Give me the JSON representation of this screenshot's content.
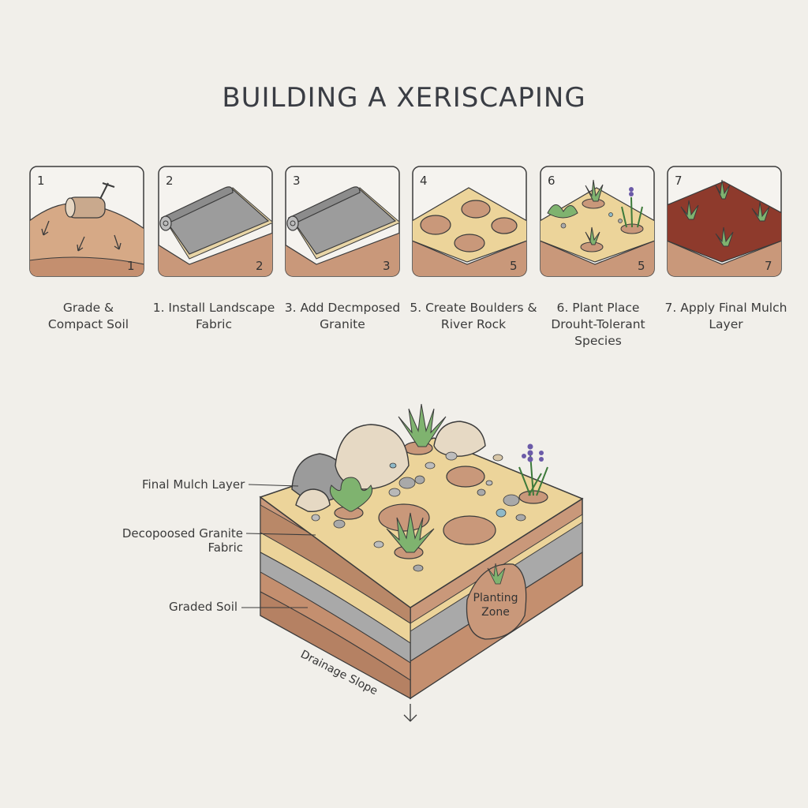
{
  "title": "BUILDING A XERISCAPING",
  "steps": [
    {
      "top_number": "1",
      "corner_number": "1",
      "caption_line1": "Grade &",
      "caption_line2": "Compact Soil",
      "caption_line3": "",
      "icon": "roller-icon"
    },
    {
      "top_number": "2",
      "corner_number": "2",
      "caption_line1": "1. Install Landscape",
      "caption_line2": "Fabric",
      "caption_line3": "",
      "icon": "fabric-roll-icon"
    },
    {
      "top_number": "3",
      "corner_number": "3",
      "caption_line1": "3. Add Decmposed",
      "caption_line2": "Granite",
      "caption_line3": "",
      "icon": "fabric-roll-icon"
    },
    {
      "top_number": "4",
      "corner_number": "5",
      "caption_line1": "5. Create Boulders &",
      "caption_line2": "River Rock",
      "caption_line3": "",
      "icon": "boulder-icon"
    },
    {
      "top_number": "6",
      "corner_number": "5",
      "caption_line1": "6. Plant Place",
      "caption_line2": "Drouht-Tolerant",
      "caption_line3": "Species",
      "icon": "plant-icon"
    },
    {
      "top_number": "7",
      "corner_number": "7",
      "caption_line1": "7. Apply Final Mulch",
      "caption_line2": "Layer",
      "caption_line3": "",
      "icon": "mulch-icon"
    }
  ],
  "diagram": {
    "label_mulch": "Final Mulch Layer",
    "label_granite_line1": "Decopoosed Granite",
    "label_granite_line2": "Fabric",
    "label_soil": "Graded Soil",
    "label_drainage": "Drainage Slope",
    "zone_line1": "Planting",
    "zone_line2": "Zone"
  },
  "colors": {
    "background": "#f1efea",
    "soil": "#c9987a",
    "granite": "#ecd49a",
    "fabric": "#a9a9a9",
    "mulch": "#8e3a2c",
    "plant": "#7fb36f",
    "outline": "#3b3b3b"
  }
}
